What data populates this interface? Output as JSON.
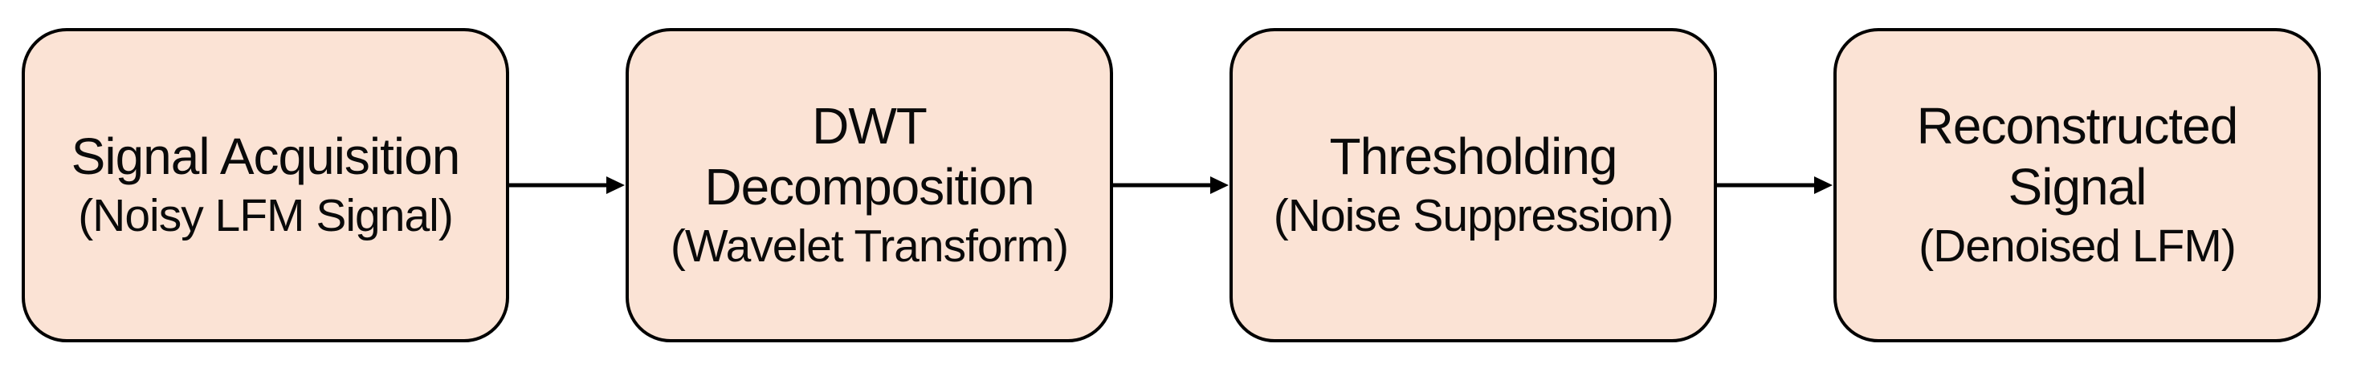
{
  "diagram": {
    "type": "flowchart",
    "direction": "left-to-right",
    "steps": [
      {
        "title": "Signal Acquisition",
        "subtitle": "(Noisy LFM Signal)"
      },
      {
        "title": "DWT\nDecomposition",
        "subtitle": "(Wavelet Transform)"
      },
      {
        "title": "Thresholding",
        "subtitle": "(Noise Suppression)"
      },
      {
        "title": "Reconstructed\nSignal",
        "subtitle": "(Denoised LFM)"
      }
    ],
    "connectors": [
      {
        "from": 0,
        "to": 1,
        "style": "arrow-right"
      },
      {
        "from": 1,
        "to": 2,
        "style": "arrow-right"
      },
      {
        "from": 2,
        "to": 3,
        "style": "arrow-right"
      }
    ],
    "colors": {
      "box_fill": "#fbe3d5",
      "box_border": "#000000",
      "arrow": "#000000",
      "text": "#0a0a0a",
      "background": "#ffffff"
    }
  }
}
